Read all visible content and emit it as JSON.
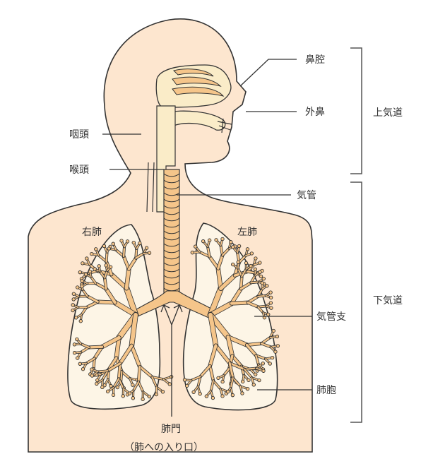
{
  "labels": {
    "nasal_cavity": "鼻腔",
    "external_nose": "外鼻",
    "pharynx": "咽頭",
    "larynx": "喉頭",
    "trachea": "気管",
    "right_lung": "右肺",
    "left_lung": "左肺",
    "bronchi": "気管支",
    "alveoli": "肺胞",
    "hilum": "肺門",
    "hilum_note": "（肺への入り口）",
    "upper_airway": "上気道",
    "lower_airway": "下気道"
  },
  "colors": {
    "skin": "#fde6cf",
    "airway": "#f5c58a",
    "airway_light": "#faecc8",
    "lung": "#fdf5e6",
    "outline": "#333333"
  }
}
